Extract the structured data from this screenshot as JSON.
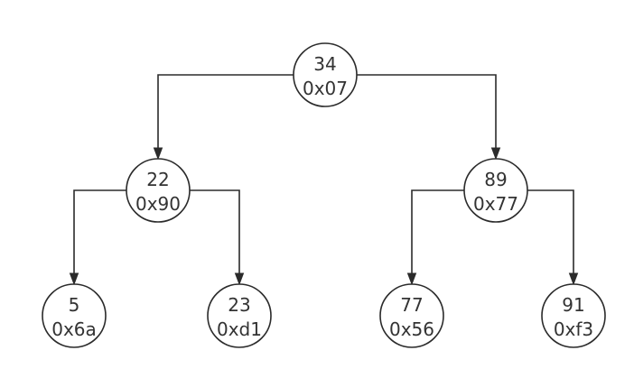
{
  "tree": {
    "nodes": [
      {
        "id": "n34",
        "key": "34",
        "addr": "0x07"
      },
      {
        "id": "n22",
        "key": "22",
        "addr": "0x90"
      },
      {
        "id": "n89",
        "key": "89",
        "addr": "0x77"
      },
      {
        "id": "n5",
        "key": "5",
        "addr": "0x6a"
      },
      {
        "id": "n23",
        "key": "23",
        "addr": "0xd1"
      },
      {
        "id": "n77",
        "key": "77",
        "addr": "0x56"
      },
      {
        "id": "n91",
        "key": "91",
        "addr": "0xf3"
      }
    ],
    "edges": [
      {
        "from": "n34",
        "to": "n22"
      },
      {
        "from": "n34",
        "to": "n89"
      },
      {
        "from": "n22",
        "to": "n5"
      },
      {
        "from": "n22",
        "to": "n23"
      },
      {
        "from": "n89",
        "to": "n77"
      },
      {
        "from": "n89",
        "to": "n91"
      }
    ]
  }
}
